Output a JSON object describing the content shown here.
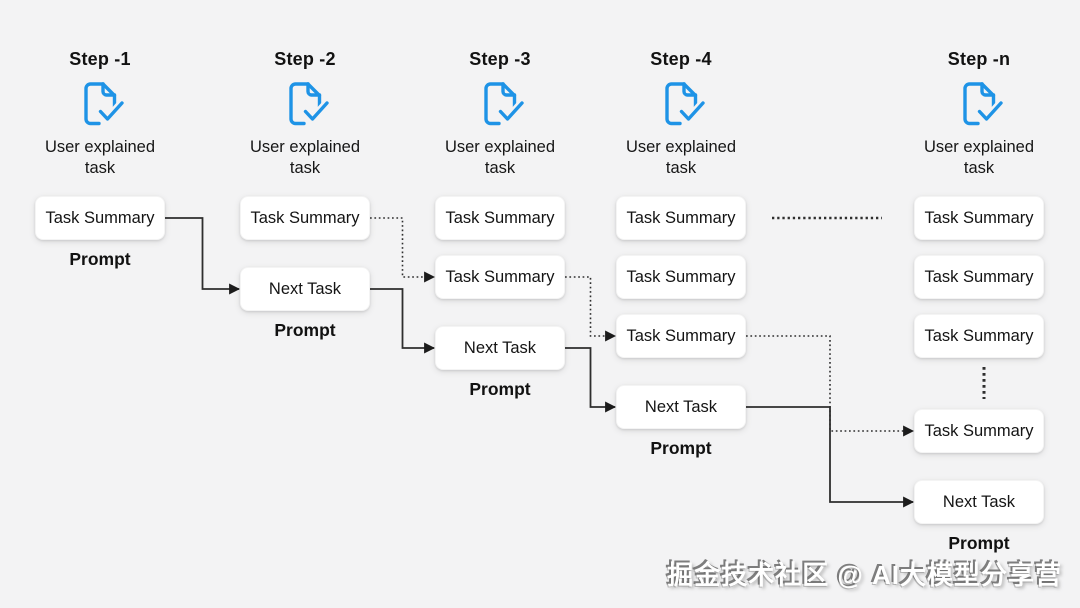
{
  "canvas": {
    "background": "#f3f3f4"
  },
  "colors": {
    "icon_blue": "#1E93E6",
    "line_dark": "#2e2e2e",
    "text_dark": "#161616"
  },
  "labels": {
    "task_summary": "Task Summary",
    "next_task": "Next Task",
    "prompt": "Prompt",
    "user_task": "User explained task"
  },
  "columns": [
    {
      "header": "Step -1",
      "summary_count": 1,
      "has_next_task": false,
      "has_ellipsis": false,
      "extra_summary": 0
    },
    {
      "header": "Step -2",
      "summary_count": 1,
      "has_next_task": true,
      "has_ellipsis": false,
      "extra_summary": 0
    },
    {
      "header": "Step -3",
      "summary_count": 2,
      "has_next_task": true,
      "has_ellipsis": false,
      "extra_summary": 0
    },
    {
      "header": "Step -4",
      "summary_count": 3,
      "has_next_task": true,
      "has_ellipsis": false,
      "extra_summary": 0
    },
    {
      "header": "Step -n",
      "summary_count": 3,
      "has_next_task": true,
      "has_ellipsis": true,
      "extra_summary": 1
    }
  ],
  "connections": [
    {
      "from_col": 0,
      "from_node": "s0",
      "to_col": 1,
      "to_node": "nt",
      "style": "solid"
    },
    {
      "from_col": 1,
      "from_node": "s0",
      "to_col": 2,
      "to_node": "s1",
      "style": "dotted"
    },
    {
      "from_col": 1,
      "from_node": "nt",
      "to_col": 2,
      "to_node": "nt",
      "style": "solid"
    },
    {
      "from_col": 2,
      "from_node": "s1",
      "to_col": 3,
      "to_node": "s2",
      "style": "dotted"
    },
    {
      "from_col": 2,
      "from_node": "nt",
      "to_col": 3,
      "to_node": "nt",
      "style": "solid"
    },
    {
      "from_col": 3,
      "from_node": "s2",
      "to_col": 4,
      "to_node": "s3",
      "style": "dotted"
    },
    {
      "from_col": 3,
      "from_node": "nt",
      "to_col": 4,
      "to_node": "nt",
      "style": "solid"
    }
  ],
  "watermark": {
    "text": "掘金技术社区 @ AI大模型分享营"
  }
}
